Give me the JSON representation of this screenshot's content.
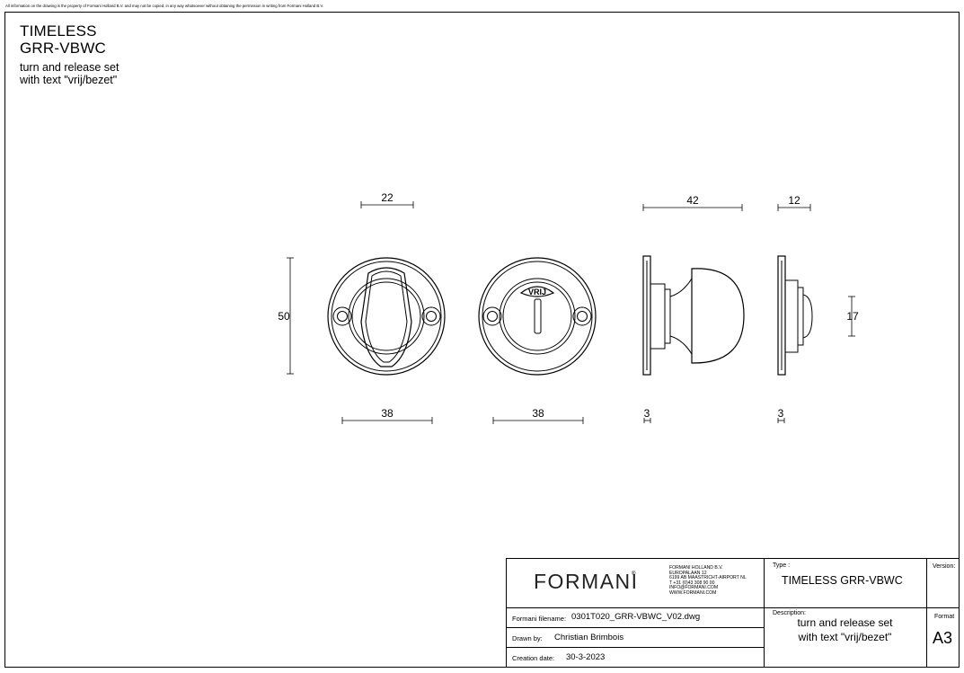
{
  "notice": "All information on the drawing is the property of Formani Holland B.V. and may not be copied, in any way whatsoever without obtaining the permission in writing from Formani Holland B.V.",
  "header": {
    "title_line1": "TIMELESS",
    "title_line2": "GRR-VBWC",
    "subtitle_line1": "turn and release set",
    "subtitle_line2": "with text \"vrij/bezet\""
  },
  "dimensions": {
    "thumbturn_width": "22",
    "height": "50",
    "front_diameter": "38",
    "back_diameter": "38",
    "knob_depth": "42",
    "indicator_depth": "12",
    "indicator_height": "17",
    "rose_thickness_1": "3",
    "rose_thickness_2": "3",
    "indicator_text": "VRIJ"
  },
  "title_block": {
    "brand": "FORMANI",
    "brand_mark": "®",
    "address": [
      "FORMANI HOLLAND B.V.",
      "EUROPALAAN 12",
      "6199 AB MAASTRICHT-AIRPORT NL",
      "T +31 (0)43 308 90 00",
      "INFO@FORMANI.COM",
      "WWW.FORMANI.COM"
    ],
    "filename_label": "Formani filename:",
    "filename": "0301T020_GRR-VBWC_V02.dwg",
    "drawn_by_label": "Drawn by:",
    "drawn_by": "Christian Brimbois",
    "creation_date_label": "Creation date:",
    "creation_date": "30-3-2023",
    "type_label": "Type :",
    "type": "TIMELESS GRR-VBWC",
    "description_label": "Description:",
    "description_line1": "turn and release set",
    "description_line2": "with text \"vrij/bezet\"",
    "version_label": "Version:",
    "version": "",
    "format_label": "Format",
    "format": "A3"
  }
}
